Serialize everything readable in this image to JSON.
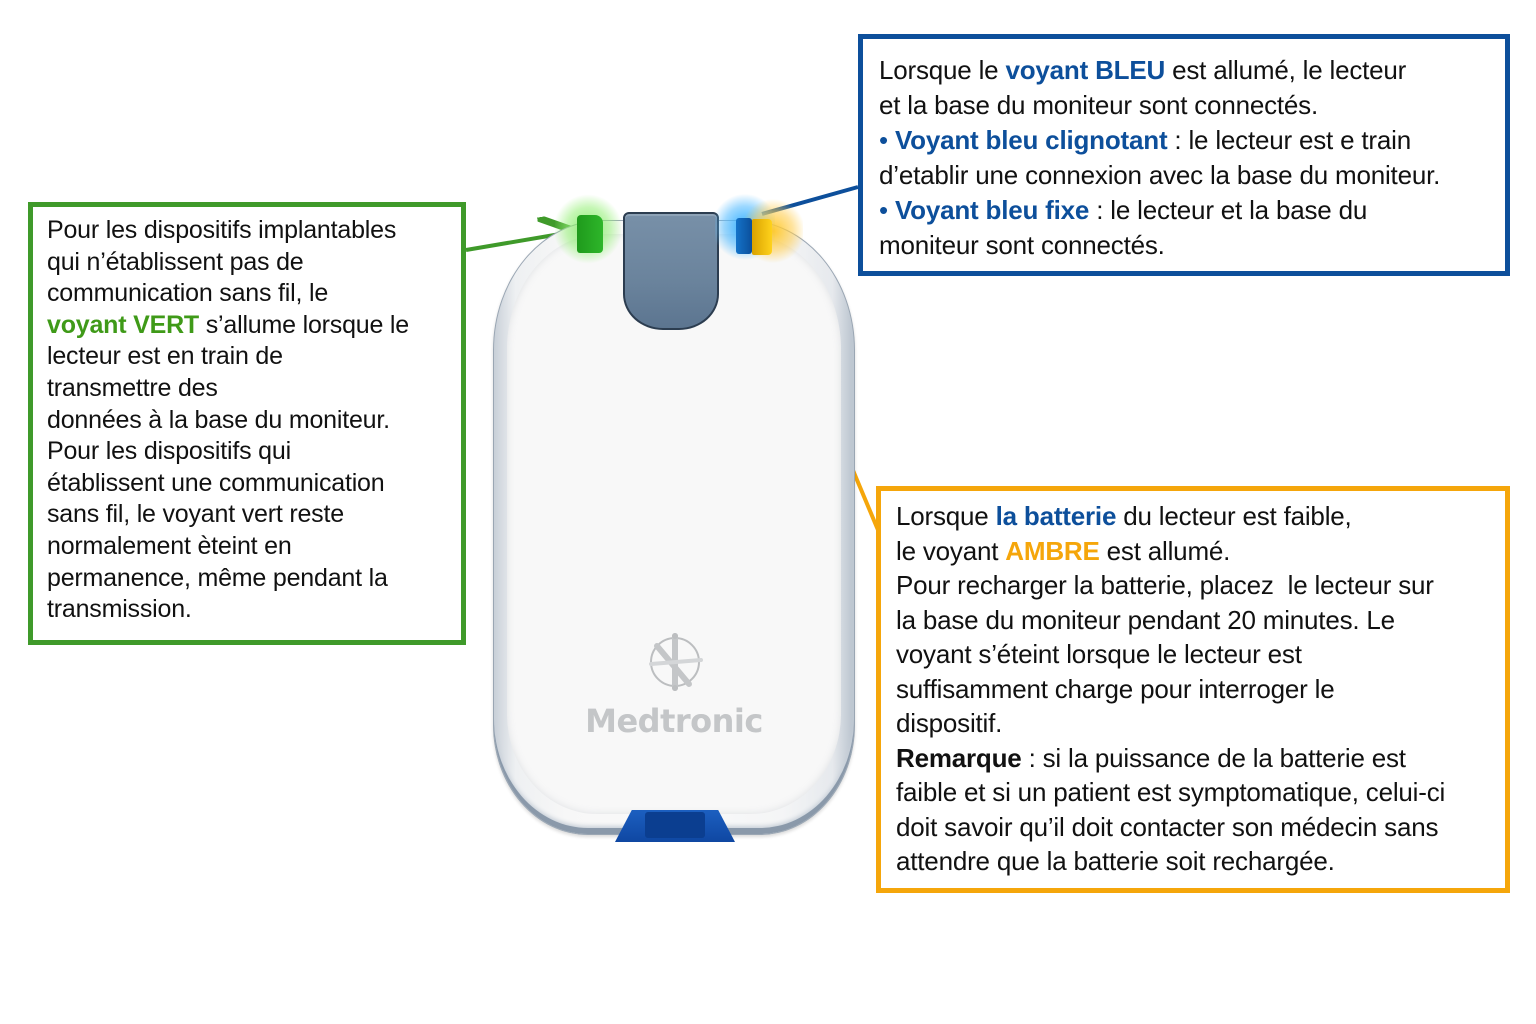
{
  "device": {
    "brand": "Medtronic",
    "icons": {
      "logo": "medtronic-logo-icon",
      "green_led": "green-led-icon",
      "blue_led": "blue-led-icon",
      "amber_led": "amber-led-icon"
    }
  },
  "colors": {
    "green": "#3f9a2a",
    "blue": "#0d4f9b",
    "amber": "#f5a60b"
  },
  "callouts": {
    "green": {
      "line1": "Pour les dispositifs implantables",
      "line2": "qui n’établissent pas de",
      "line3": "communication sans fil, le",
      "line4_highlight": "voyant VERT",
      "line4_rest": " s’allume lorsque le",
      "line5": "lecteur est en train de",
      "line6": "transmettre des",
      "line7": "données à la base du moniteur.",
      "line8": "Pour les dispositifs qui",
      "line9": "établissent une communication",
      "line10": "sans fil, le voyant vert reste",
      "line11": "normalement èteint en",
      "line12": "permanence, même pendant la",
      "line13": "transmission."
    },
    "blue": {
      "line1_pre": "Lorsque le ",
      "line1_highlight": "voyant BLEU",
      "line1_post": " est allumé, le lecteur",
      "line2": "et la base du moniteur sont connectés.",
      "bullet": "•",
      "bullet1_highlight": "Voyant bleu clignotant",
      "bullet1_rest": "  : le lecteur est e train",
      "bullet1_line2": "d’etablir une connexion avec la base du moniteur.",
      "bullet2_highlight": "Voyant bleu fixe",
      "bullet2_rest": " : le lecteur et la base du",
      "bullet2_line2": "moniteur sont connectés."
    },
    "amber": {
      "line1_pre": "Lorsque ",
      "line1_highlight": "la batterie",
      "line1_post": " du lecteur est faible,",
      "line2_pre": "le voyant ",
      "line2_highlight": "AMBRE",
      "line2_post": " est allumé.",
      "line3": "Pour recharger la batterie, placez  le lecteur sur",
      "line4": "la base du moniteur pendant 20 minutes. Le",
      "line5": "voyant s’éteint lorsque le lecteur est",
      "line6": "suffisamment charge pour interroger le",
      "line7": "dispositif.",
      "line8_highlight": "Remarque",
      "line8_rest": " : si la puissance de la batterie est",
      "line9": "faible et si un patient est symptomatique, celui-ci",
      "line10": "doit savoir qu’il doit contacter son médecin sans",
      "line11": "attendre que la batterie soit rechargée."
    }
  }
}
